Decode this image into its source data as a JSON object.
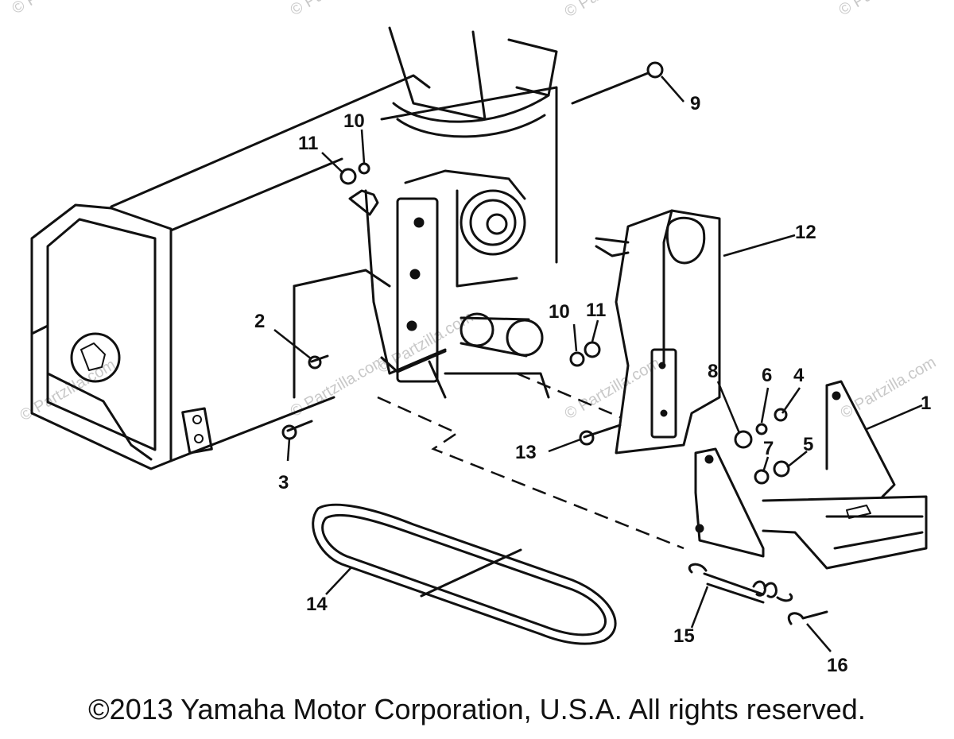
{
  "watermarks": [
    "© Partzilla.com",
    "© Partzilla.com",
    "© Partzilla.com",
    "© Partzilla.com",
    "© Partzilla.com",
    "© Partzilla.com",
    "© Partzilla.com",
    "© Partzilla.com",
    "© Partzilla.com"
  ],
  "callouts": {
    "p1": "1",
    "p2": "2",
    "p3": "3",
    "p4": "4",
    "p5": "5",
    "p6": "6",
    "p7": "7",
    "p8": "8",
    "p9": "9",
    "p10a": "10",
    "p10b": "10",
    "p11a": "11",
    "p11b": "11",
    "p12": "12",
    "p13": "13",
    "p14": "14",
    "p15": "15",
    "p16": "16"
  },
  "copyright": "©2013  Yamaha Motor Corporation, U.S.A. All rights reserved."
}
